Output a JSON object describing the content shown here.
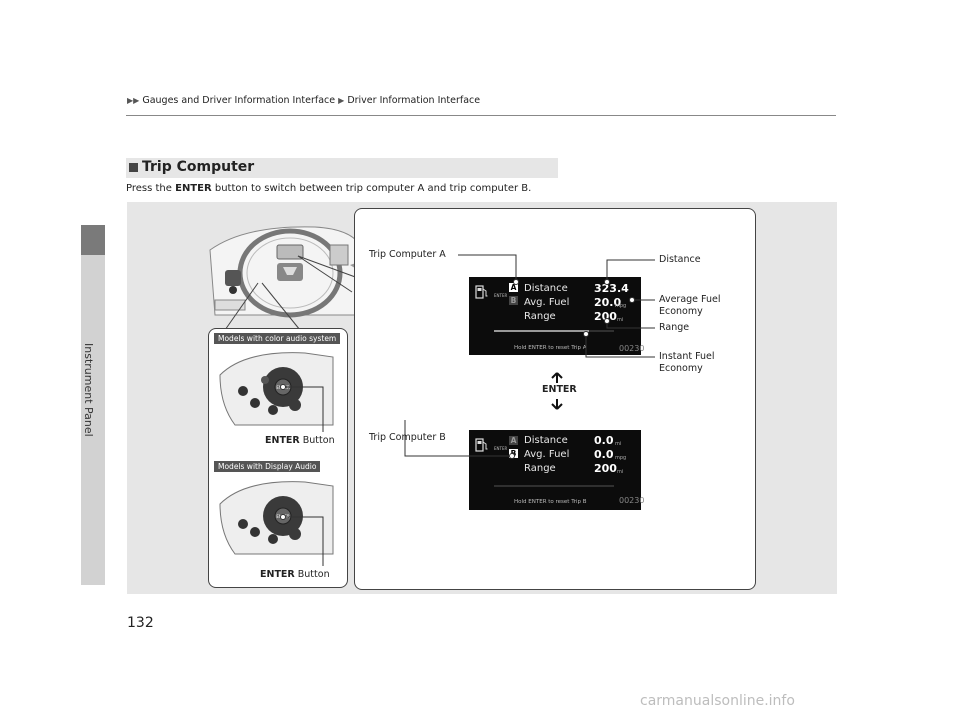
{
  "sidebar": {
    "label": "Instrument Panel"
  },
  "breadcrumb": {
    "part1": "Gauges and Driver Information Interface",
    "part2": "Driver Information Interface"
  },
  "section": {
    "title": "Trip Computer"
  },
  "intro": {
    "before": "Press the",
    "button": "ENTER",
    "after": "button to switch between trip computer A and trip computer B."
  },
  "wheel_panels": [
    {
      "tag": "Models with color audio system",
      "button_bold": "ENTER",
      "button_rest": "Button"
    },
    {
      "tag": "Models with Display Audio",
      "button_bold": "ENTER",
      "button_rest": "Button"
    }
  ],
  "callouts": {
    "trip_a": "Trip Computer A",
    "trip_b": "Trip Computer B",
    "distance": "Distance",
    "avg_fuel_1": "Average Fuel",
    "avg_fuel_2": "Economy",
    "range": "Range",
    "instant_1": "Instant Fuel",
    "instant_2": "Economy",
    "enter": "ENTER"
  },
  "screens": [
    {
      "badge_a": "A",
      "badge_b": "B",
      "rows": [
        {
          "label": "Distance",
          "value": "323.4",
          "unit": ""
        },
        {
          "label": "Avg. Fuel",
          "value": "20.0",
          "unit": "mpg"
        },
        {
          "label": "Range",
          "value": "200",
          "unit": "mi"
        }
      ],
      "footer": "Hold ENTER to reset Trip A",
      "code": "00230"
    },
    {
      "badge_a": "A",
      "badge_b": "B",
      "rows": [
        {
          "label": "Distance",
          "value": "0.0",
          "unit": "mi"
        },
        {
          "label": "Avg. Fuel",
          "value": "0.0",
          "unit": "mpg"
        },
        {
          "label": "Range",
          "value": "200",
          "unit": "mi"
        }
      ],
      "footer": "Hold ENTER to reset Trip B",
      "code": "00230"
    }
  ],
  "page_number": "132",
  "watermark": "carmanualsonline.info",
  "colors": {
    "panel_bg": "#e6e6e6",
    "screen_bg": "#0c0c0c",
    "badge_active": "#ffffff",
    "badge_inactive": "#555555"
  }
}
